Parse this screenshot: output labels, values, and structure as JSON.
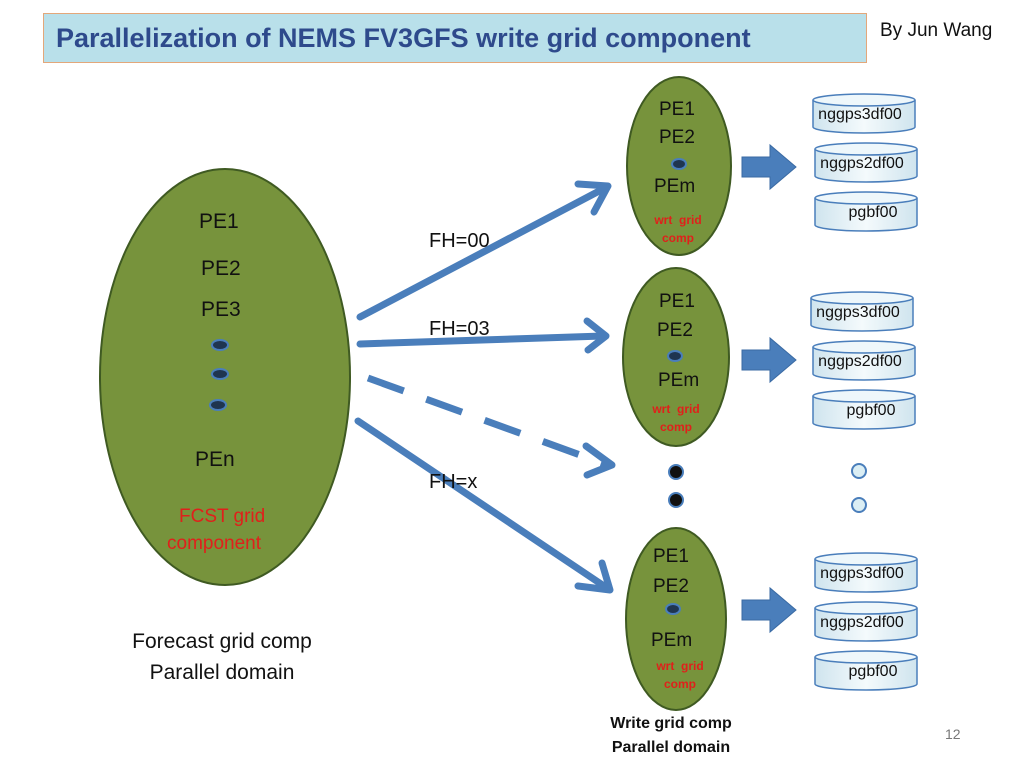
{
  "title": "Parallelization of NEMS FV3GFS write grid component",
  "author": "By Jun Wang",
  "forecast": {
    "pe_labels": [
      "PE1",
      "PE2",
      "PE3",
      "PEn"
    ],
    "component_label_line1": "FCST grid",
    "component_label_line2": "component",
    "caption_line1": "Forecast grid comp",
    "caption_line2": "Parallel domain"
  },
  "arrows": {
    "fh_00": "FH=00",
    "fh_03": "FH=03",
    "fh_x": "FH=x"
  },
  "write_groups": [
    {
      "pe1": "PE1",
      "pe2": "PE2",
      "pem": "PEm",
      "comp_line1": "wrt  grid",
      "comp_line2": "comp",
      "files": [
        "nggps3df00",
        "nggps2df00",
        "pgbf00"
      ]
    },
    {
      "pe1": "PE1",
      "pe2": "PE2",
      "pem": "PEm",
      "comp_line1": "wrt  grid",
      "comp_line2": "comp",
      "files": [
        "nggps3df00",
        "nggps2df00",
        "pgbf00"
      ]
    },
    {
      "pe1": "PE1",
      "pe2": "PE2",
      "pem": "PEm",
      "comp_line1": "wrt  grid",
      "comp_line2": "comp",
      "files": [
        "nggps3df00",
        "nggps2df00",
        "pgbf00"
      ]
    }
  ],
  "write_caption_line1": "Write grid comp",
  "write_caption_line2": "Parallel domain",
  "page_number": "12",
  "colors": {
    "ellipse_fill": "#77933c",
    "ellipse_stroke": "#3f5a22",
    "arrow_blue": "#4a7ebb",
    "disk_top": "#dbeef4",
    "disk_stroke": "#4a7ebb",
    "title_bg": "#b9e0ea",
    "title_text": "#2e4a8c",
    "red_text": "#e0201b"
  }
}
